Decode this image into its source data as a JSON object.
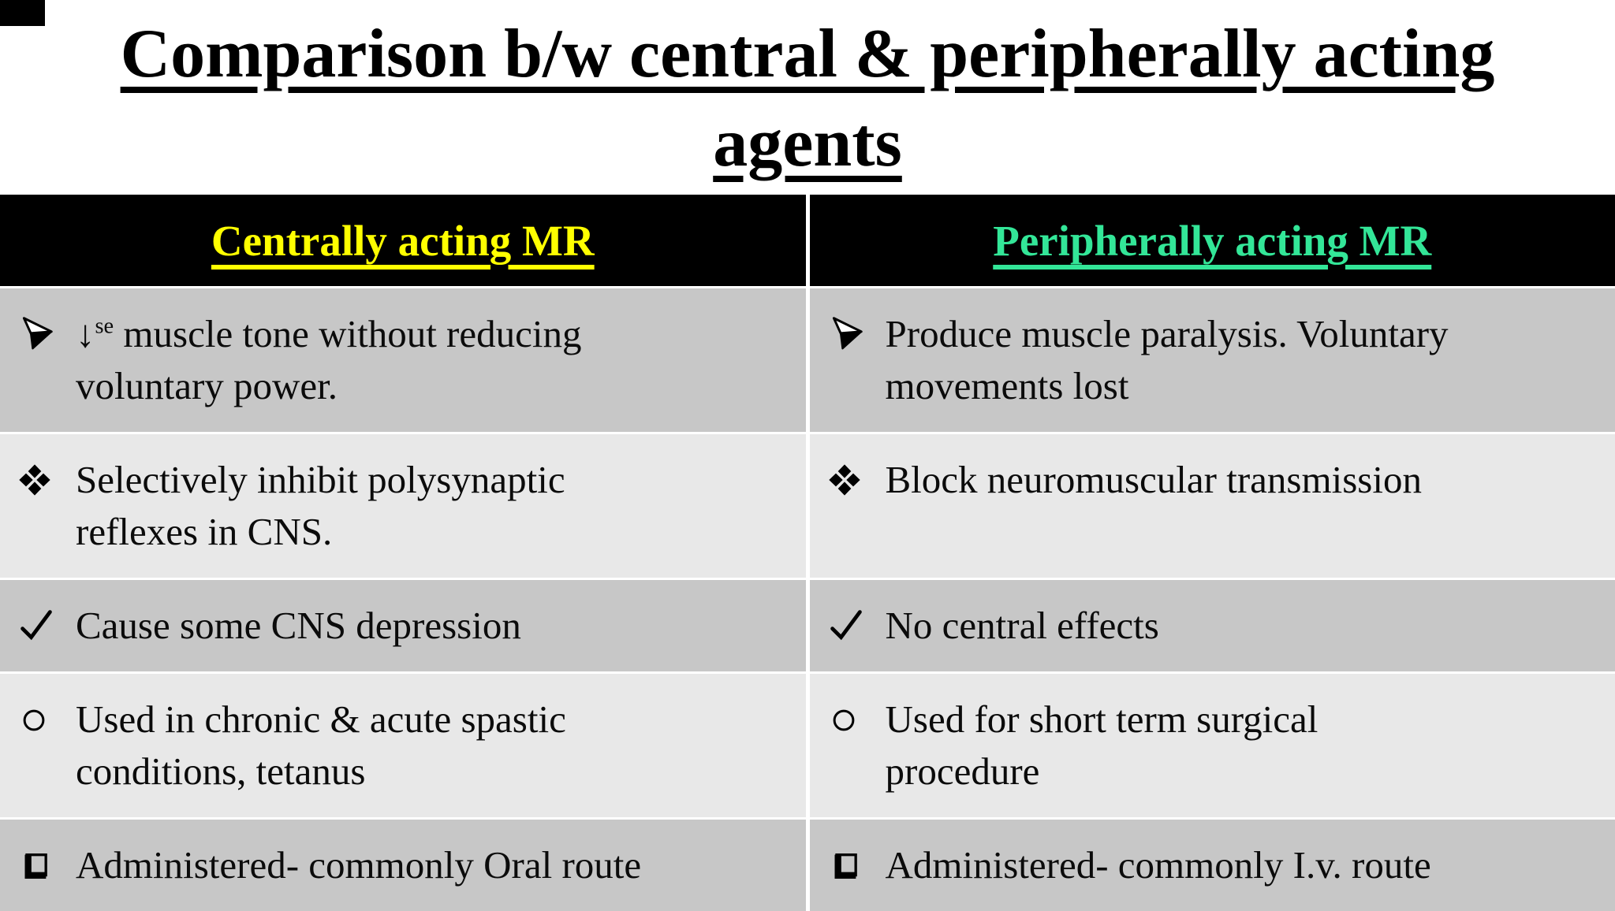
{
  "title": {
    "line1": "Comparison b/w central & peripherally acting",
    "line2": "agents"
  },
  "header": {
    "left": {
      "label": "Centrally acting MR",
      "color": "#ffff00"
    },
    "right": {
      "label": "Peripherally acting MR",
      "color": "#33e698"
    }
  },
  "rows": [
    {
      "bullet": "arrowhead",
      "shade": "dark",
      "left_rich": {
        "pre": "↓",
        "sup": "se",
        "text": " muscle tone without reducing\nvoluntary power."
      },
      "right": "Produce muscle paralysis. Voluntary\nmovements lost"
    },
    {
      "bullet": "diamond",
      "shade": "light",
      "left": "Selectively inhibit polysynaptic\nreflexes in CNS.",
      "right": "Block neuromuscular transmission"
    },
    {
      "bullet": "check",
      "shade": "dark",
      "left": "Cause some CNS depression",
      "right": "No central effects"
    },
    {
      "bullet": "circle",
      "shade": "light",
      "left": "Used in chronic & acute spastic\nconditions, tetanus",
      "right": "Used for short term surgical\nprocedure"
    },
    {
      "bullet": "square",
      "shade": "dark",
      "left": "Administered- commonly Oral route",
      "right": "Administered- commonly I.v. route"
    }
  ],
  "colors": {
    "page_bg": "#ffffff",
    "header_bg": "#000000",
    "row_dark": "#c7c7c7",
    "row_light": "#e8e8e8",
    "divider": "#ffffff",
    "text": "#0b0b0b",
    "title_text": "#000000"
  }
}
